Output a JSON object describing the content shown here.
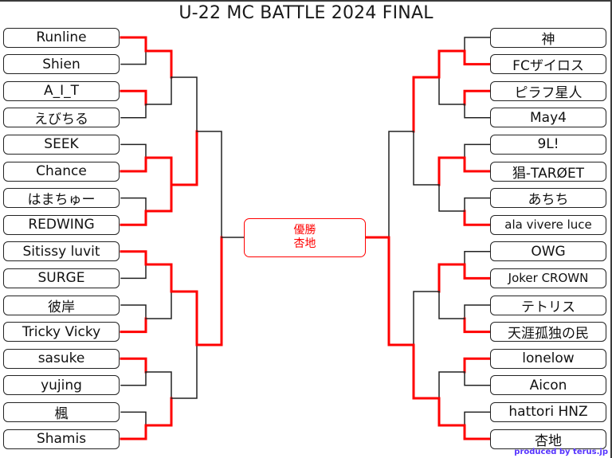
{
  "title": "U-22 MC BATTLE 2024 FINAL",
  "colors": {
    "winner_line": "#ff0000",
    "loser_line": "#222222",
    "credit": "#5533ff",
    "frame": "#3a3a3a"
  },
  "left_bracket": [
    {
      "name": "Runline"
    },
    {
      "name": "Shien"
    },
    {
      "name": "A_I_T"
    },
    {
      "name": "えびちる"
    },
    {
      "name": "SEEK"
    },
    {
      "name": "Chance"
    },
    {
      "name": "はまちゅー"
    },
    {
      "name": "REDWING"
    },
    {
      "name": "Sitissy luvit"
    },
    {
      "name": "SURGE"
    },
    {
      "name": "彼岸"
    },
    {
      "name": "Tricky Vicky"
    },
    {
      "name": "sasuke"
    },
    {
      "name": "yujing"
    },
    {
      "name": "楓"
    },
    {
      "name": "Shamis"
    }
  ],
  "right_bracket": [
    {
      "name": "神"
    },
    {
      "name": "FCザイロス"
    },
    {
      "name": "ピラフ星人"
    },
    {
      "name": "May4"
    },
    {
      "name": "9L!"
    },
    {
      "name": "猖-TARØET"
    },
    {
      "name": "あちち"
    },
    {
      "name": "ala vivere luce"
    },
    {
      "name": "OWG"
    },
    {
      "name": "Joker CROWN"
    },
    {
      "name": "テトリス"
    },
    {
      "name": "天涯孤独の民"
    },
    {
      "name": "lonelow"
    },
    {
      "name": "Aicon"
    },
    {
      "name": "hattori HNZ"
    },
    {
      "name": "杏地"
    }
  ],
  "results": {
    "left_round1_winners": [
      "Runline",
      "A_I_T",
      "Chance",
      "REDWING",
      "Sitissy luvit",
      "Tricky Vicky",
      "sasuke",
      "Shamis"
    ],
    "left_round2_winners": [
      "Runline",
      "Chance",
      "Sitissy luvit",
      "Shamis"
    ],
    "left_round3_winners": [
      "Chance",
      "Sitissy luvit"
    ],
    "left_round4_winner": "Sitissy luvit",
    "right_round1_winners": [
      "FCザイロス",
      "ピラフ星人",
      "猖-TARØET",
      "ala vivere luce",
      "Joker CROWN",
      "天涯孤独の民",
      "lonelow",
      "杏地"
    ],
    "right_round2_winners": [
      "FCザイロス",
      "猖-TARØET",
      "Joker CROWN",
      "杏地"
    ],
    "right_round3_winners": [
      "FCザイロス",
      "杏地"
    ],
    "right_round4_winner": "杏地"
  },
  "champion": {
    "label": "優勝",
    "name": "杏地"
  },
  "credit": "produced by terus.jp"
}
